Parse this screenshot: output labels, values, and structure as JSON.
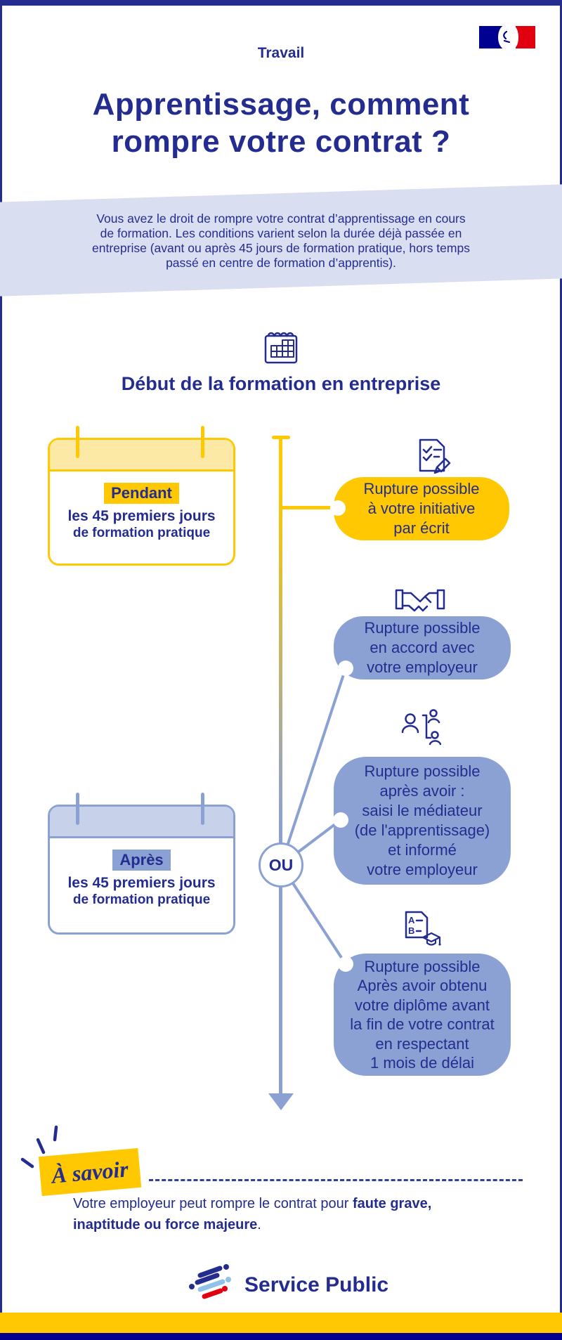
{
  "colors": {
    "navy": "#242d8f",
    "yellow": "#ffc800",
    "pale_yellow": "#fce9a6",
    "periwinkle": "#8ba1d4",
    "pale_periwinkle": "#c7d1ea",
    "intro_band": "#d9def0",
    "flag_blue": "#000091",
    "flag_red": "#e1000f",
    "logo_light_blue": "#8fc3ea",
    "footer_blue": "#000091"
  },
  "header": {
    "ministry": "Travail",
    "title": "Apprentissage, comment\nrompre votre contrat ?",
    "flag_icon": "french-republic-flag-icon"
  },
  "intro": {
    "text": "Vous avez le droit de rompre votre contrat d’apprentissage en cours\nde formation. Les conditions varient selon la durée déjà passée en\nentreprise (avant ou après 45 jours de formation pratique, hors temps\npassé en centre de formation d’apprentis)."
  },
  "timeline": {
    "icon": "calendar-icon",
    "heading": "Début de la formation en entreprise",
    "or_label": "OU",
    "cards": [
      {
        "highlight": "Pendant",
        "line1": "les 45 premiers jours",
        "line2": "de formation pratique",
        "theme": "yellow"
      },
      {
        "highlight": "Après",
        "line1": "les 45 premiers jours",
        "line2": "de formation pratique",
        "theme": "blue"
      }
    ],
    "bubbles": [
      {
        "icon": "document-check-pencil-icon",
        "text": "Rupture possible\nà votre initiative\npar écrit",
        "theme": "yellow"
      },
      {
        "icon": "handshake-icon",
        "text": "Rupture possible\nen accord avec\nvotre employeur",
        "theme": "blue"
      },
      {
        "icon": "mediator-people-icon",
        "text": "Rupture possible\naprès avoir :\nsaisi le médiateur\n(de l'apprentissage)\net informé\nvotre employeur",
        "theme": "blue"
      },
      {
        "icon": "diploma-graduation-icon",
        "text": "Rupture possible\nAprès avoir obtenu\nvotre diplôme avant\nla fin de votre contrat\nen respectant\n1 mois de délai",
        "theme": "blue"
      }
    ]
  },
  "note": {
    "label": "À savoir",
    "prefix": "Votre employeur peut rompre le contrat pour ",
    "bold1": "faute grave,",
    "bold2": "inaptitude ou force majeure",
    "suffix": "."
  },
  "footer": {
    "brand": "Service Public",
    "logo_icon": "service-public-mark-icon"
  }
}
